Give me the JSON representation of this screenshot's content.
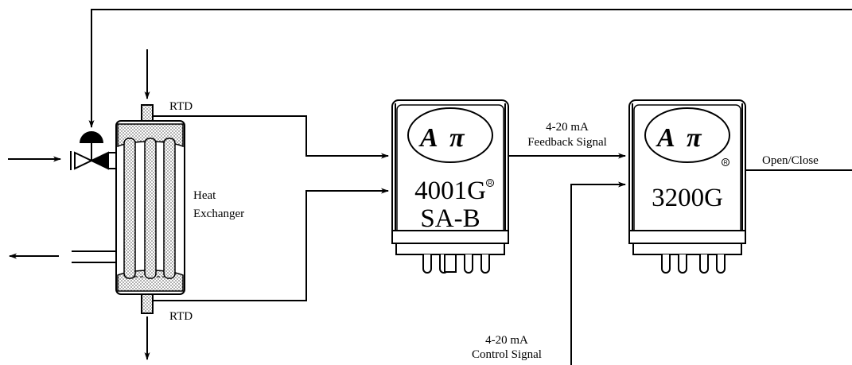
{
  "labels": {
    "rtd_top": "RTD",
    "rtd_bottom": "RTD",
    "heat": "Heat",
    "exchanger": "Exchanger",
    "feedback_1": "4-20 mA",
    "feedback_2": "Feedback Signal",
    "control_1": "4-20 mA",
    "control_2": "Control Signal",
    "open_close": "Open/Close"
  },
  "modules": {
    "m1_line1": "4001G",
    "m1_line2": "SA-B",
    "m2_line1": "3200G",
    "logo_a": "A",
    "logo_pi": "π",
    "registered": "R"
  },
  "colors": {
    "line": "#000000",
    "stipple": "#9a9a9a",
    "background": "#ffffff"
  }
}
